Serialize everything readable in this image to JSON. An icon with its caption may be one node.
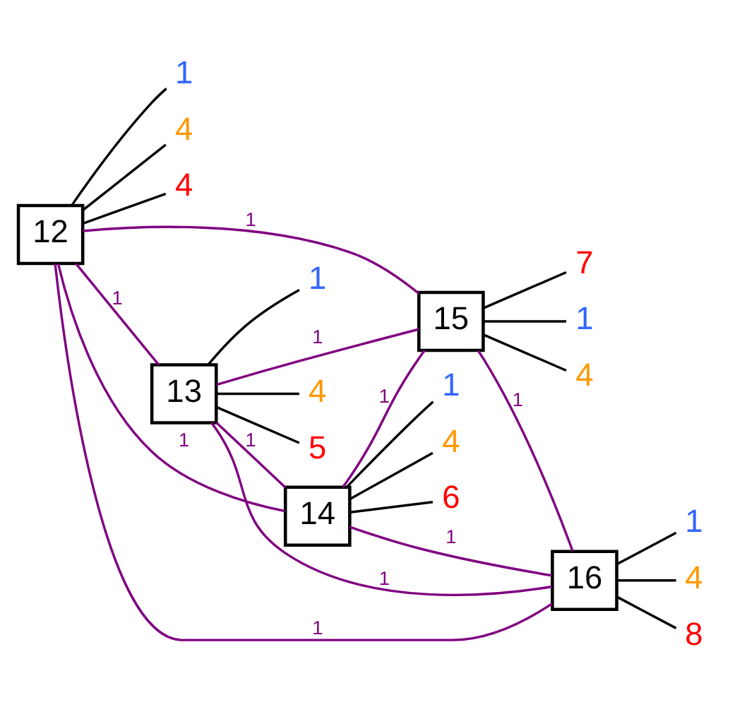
{
  "diagram": {
    "nodes": [
      {
        "text": [
          "12"
        ]
      },
      {
        "text": [
          "1"
        ]
      },
      {
        "text": [
          "4"
        ]
      },
      {
        "text": [
          "4"
        ]
      },
      {
        "text": [
          "13"
        ]
      },
      {
        "text": [
          "1"
        ]
      },
      {
        "text": [
          "4"
        ]
      },
      {
        "text": [
          "5"
        ]
      },
      {
        "text": [
          "14"
        ]
      },
      {
        "text": [
          "1"
        ]
      },
      {
        "text": [
          "4"
        ]
      },
      {
        "text": [
          "6"
        ]
      },
      {
        "text": [
          "15"
        ]
      },
      {
        "text": [
          "1"
        ]
      },
      {
        "text": [
          "4"
        ]
      },
      {
        "text": [
          "7"
        ]
      },
      {
        "text": [
          "16"
        ]
      },
      {
        "text": [
          "1"
        ]
      },
      {
        "text": [
          "4"
        ]
      },
      {
        "text": [
          "8"
        ]
      }
    ],
    "edges": [
      {
        "from": 0,
        "to": 1,
        "arrow": "none"
      },
      {
        "from": 0,
        "to": 2,
        "arrow": "none"
      },
      {
        "from": 0,
        "to": 3,
        "arrow": "none"
      },
      {
        "from": 4,
        "to": 5,
        "arrow": "none"
      },
      {
        "from": 4,
        "to": 6,
        "arrow": "none"
      },
      {
        "from": 4,
        "to": 7,
        "arrow": "none"
      },
      {
        "from": 8,
        "to": 9,
        "arrow": "none"
      },
      {
        "from": 8,
        "to": 10,
        "arrow": "none"
      },
      {
        "from": 8,
        "to": 11,
        "arrow": "none"
      },
      {
        "from": 12,
        "to": 13,
        "arrow": "none"
      },
      {
        "from": 12,
        "to": 14,
        "arrow": "none"
      },
      {
        "from": 12,
        "to": 15,
        "arrow": "none"
      },
      {
        "from": 16,
        "to": 17,
        "arrow": "none"
      },
      {
        "from": 16,
        "to": 18,
        "arrow": "none"
      },
      {
        "from": 16,
        "to": 19,
        "arrow": "none"
      },
      {
        "from": 0,
        "to": 4,
        "arrow": "none",
        "label": "1",
        "color": "#800080"
      },
      {
        "from": 4,
        "to": 8,
        "arrow": "none",
        "label": "1",
        "color": "#800080"
      },
      {
        "from": 0,
        "to": 8,
        "arrow": "none",
        "label": "1",
        "color": "#800080"
      },
      {
        "from": 8,
        "to": 12,
        "arrow": "none",
        "label": "1",
        "color": "#800080"
      },
      {
        "from": 4,
        "to": 12,
        "arrow": "none",
        "label": "1",
        "color": "#800080"
      },
      {
        "from": 0,
        "to": 12,
        "arrow": "none",
        "label": "1",
        "color": "#800080"
      },
      {
        "from": 12,
        "to": 16,
        "arrow": "none",
        "label": "1",
        "color": "#800080"
      },
      {
        "from": 8,
        "to": 16,
        "arrow": "none",
        "label": "1",
        "color": "#800080"
      },
      {
        "from": 4,
        "to": 16,
        "arrow": "none",
        "label": "1",
        "color": "#800080"
      },
      {
        "from": 0,
        "to": 16,
        "arrow": "none",
        "label": "1",
        "color": "#800080"
      }
    ]
  }
}
